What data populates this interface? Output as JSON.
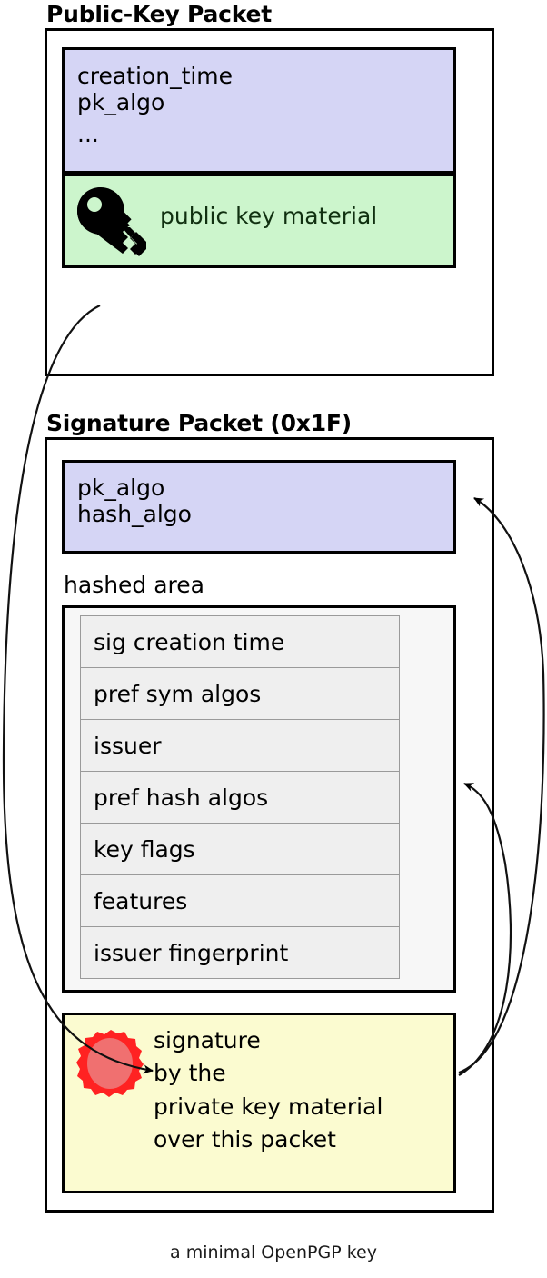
{
  "diagram": {
    "caption": "a minimal OpenPGP key",
    "colors": {
      "header_fill": "#d5d5f5",
      "key_material_fill": "#ccf5cc",
      "signature_fill": "#fbfbd0",
      "hashed_area_fill": "#f7f7f7",
      "hashed_item_fill": "#efefef",
      "seal_ring": "#ff2222",
      "seal_center": "#f07070",
      "stroke": "#000000"
    },
    "public_key_packet": {
      "title": "Public-Key Packet",
      "header_fields": [
        "creation_time",
        "pk_algo",
        "..."
      ],
      "material": {
        "icon": "key-icon",
        "label": "public key material"
      }
    },
    "signature_packet": {
      "title": "Signature Packet (0x1F)",
      "header_fields": [
        "pk_algo",
        "hash_algo"
      ],
      "hashed_area": {
        "label": "hashed area",
        "subpackets": [
          "sig creation time",
          "pref sym algos",
          "issuer",
          "pref hash algos",
          "key flags",
          "features",
          "issuer fingerprint"
        ]
      },
      "value": {
        "icon": "seal-icon",
        "lines": [
          "signature",
          "by the",
          "private key material",
          "over this packet"
        ]
      }
    },
    "arrows": [
      {
        "name": "public-key-to-signature",
        "from": "public key material",
        "to": "signature value"
      },
      {
        "name": "signature-to-sig-header",
        "from": "signature value",
        "to": "signature packet header"
      },
      {
        "name": "signature-to-hashed-area",
        "from": "signature value",
        "to": "hashed area"
      }
    ]
  }
}
